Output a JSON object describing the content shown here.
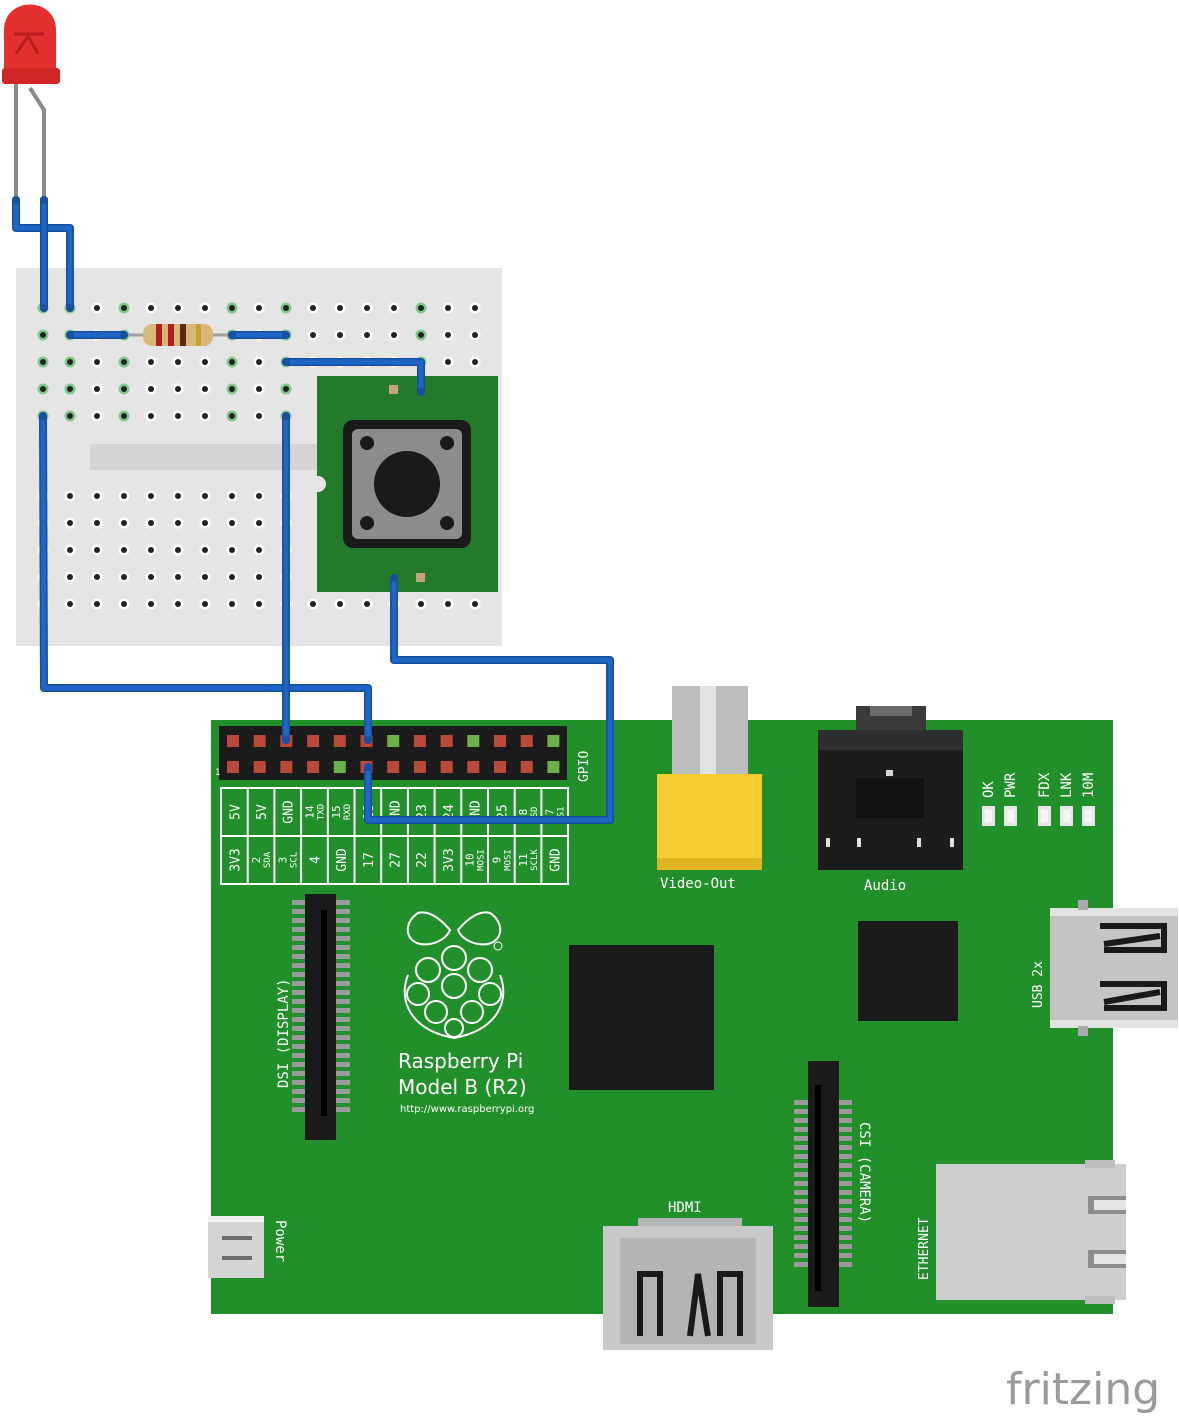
{
  "gpio": {
    "header_label": "GPIO",
    "pin1_marker": "1",
    "top_row_labels": [
      "5V",
      "5V",
      "GND",
      "14 TXD",
      "15 RXD",
      "18",
      "GND",
      "23",
      "24",
      "GND",
      "25",
      "8 SD",
      "7 S1"
    ],
    "bottom_row_labels": [
      "3V3",
      "2 SDA",
      "3 SCL",
      "4",
      "GND",
      "17",
      "27",
      "22",
      "3V3",
      "10 MOSI",
      "9 MOSI",
      "11 SCLK",
      "GND"
    ]
  },
  "board": {
    "name_line1": "Raspberry Pi",
    "name_line2": "Model B (R2)",
    "url": "http://www.raspberrypi.org",
    "video_label": "Video-Out",
    "audio_label": "Audio",
    "dsi_label": "DSI (DISPLAY)",
    "csi_label": "CSI (CAMERA)",
    "hdmi_label": "HDMI",
    "ethernet_label": "ETHERNET",
    "usb_label": "USB 2x",
    "power_label": "Power",
    "status_leds": [
      "OK",
      "PWR",
      "FDX",
      "LNK",
      "10M"
    ]
  },
  "branding": {
    "watermark": "fritzing"
  },
  "colors": {
    "wire": "#1f66c7",
    "pcb": "#218f2a",
    "breadboard": "#e6e6e6",
    "led": "#e53030",
    "button_pcb": "#237a2b"
  }
}
